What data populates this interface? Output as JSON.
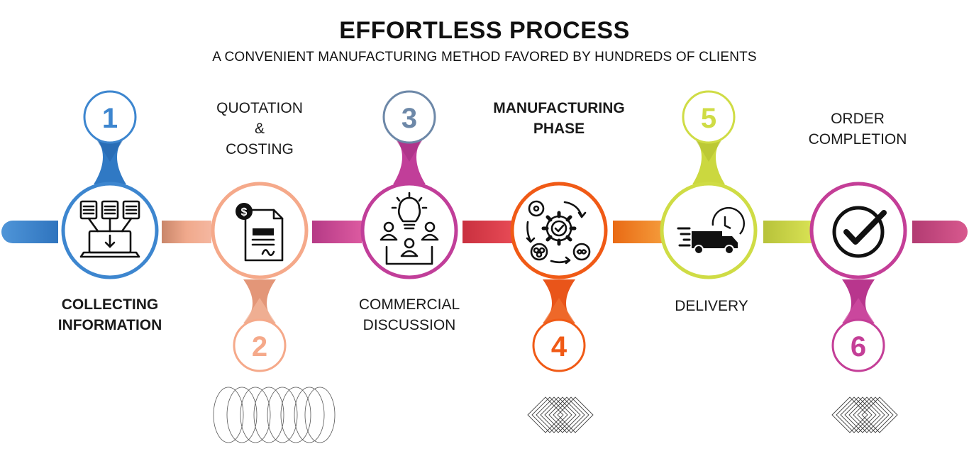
{
  "header": {
    "title": "EFFORTLESS PROCESS",
    "subtitle": "A CONVENIENT MANUFACTURING METHOD FAVORED BY HUNDREDS OF CLIENTS"
  },
  "steps": [
    {
      "number": "1",
      "label_lines": [
        "COLLECTING",
        "INFORMATION"
      ],
      "color": "#3d86cf",
      "icon": "laptop-documents-icon"
    },
    {
      "number": "2",
      "label_lines": [
        "QUOTATION",
        "&",
        "COSTING"
      ],
      "color": "#f5a98a",
      "icon": "invoice-dollar-icon"
    },
    {
      "number": "3",
      "label_lines": [
        "COMMERCIAL",
        "DISCUSSION"
      ],
      "color": "#c13e99",
      "icon": "meeting-lightbulb-icon"
    },
    {
      "number": "4",
      "label_lines": [
        "MANUFACTURING",
        "PHASE"
      ],
      "color": "#f05a16",
      "icon": "gear-cycle-icon"
    },
    {
      "number": "5",
      "label_lines": [
        "DELIVERY"
      ],
      "color": "#cfdc45",
      "icon": "delivery-truck-icon"
    },
    {
      "number": "6",
      "label_lines": [
        "ORDER",
        "COMPLETION"
      ],
      "color": "#c43e97",
      "icon": "checkmark-circle-icon"
    }
  ],
  "colors": {
    "connector_left": "#3d86cf",
    "connector_1_2": "#e39a7c",
    "connector_2_3": "#c94d8f",
    "connector_3_4": "#d9384a",
    "connector_4_5": "#f07a1e",
    "connector_5_6": "#c9d345",
    "connector_right": "#c8457a",
    "number_3": "#6d88a8"
  }
}
